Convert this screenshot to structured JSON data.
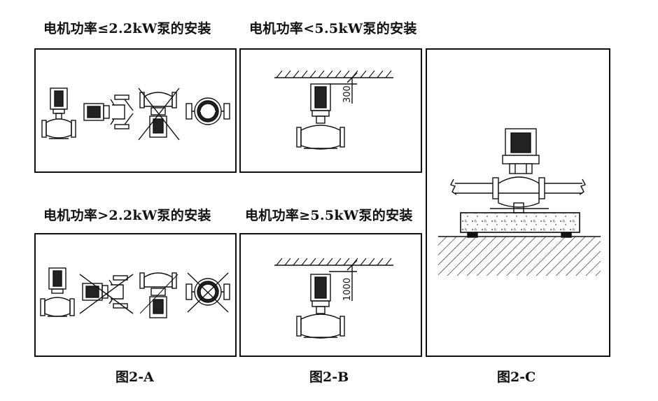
{
  "titles": {
    "a_top": "电机功率≤2.2kW泵的安装",
    "b_top": "电机功率<5.5kW泵的安装",
    "a_bottom": "电机功率>2.2kW泵的安装",
    "b_bottom": "电机功率≥5.5kW泵的安装"
  },
  "dimensions": {
    "b_top_clearance": "300",
    "b_bottom_clearance": "1000"
  },
  "captions": {
    "a": "图2-A",
    "b": "图2-B",
    "c": "图2-C"
  }
}
